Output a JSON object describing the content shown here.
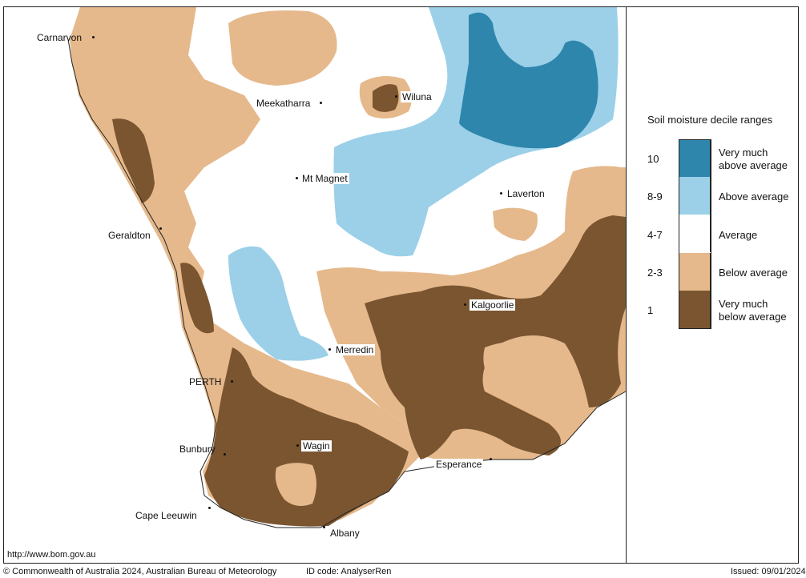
{
  "colors": {
    "very_much_above": "#2e86ad",
    "above": "#9bd0e8",
    "average": "#ffffff",
    "below": "#e5b98c",
    "very_much_below": "#7a5530",
    "ocean": "#ffffff",
    "coast": "#222222"
  },
  "towns": [
    {
      "name": "Carnarvon",
      "boxed": false
    },
    {
      "name": "Wiluna",
      "boxed": true
    },
    {
      "name": "Meekatharra",
      "boxed": false
    },
    {
      "name": "Mt Magnet",
      "boxed": true
    },
    {
      "name": "Laverton",
      "boxed": true
    },
    {
      "name": "Geraldton",
      "boxed": false
    },
    {
      "name": "Kalgoorlie",
      "boxed": true
    },
    {
      "name": "Merredin",
      "boxed": true
    },
    {
      "name": "PERTH",
      "boxed": false
    },
    {
      "name": "Wagin",
      "boxed": true
    },
    {
      "name": "Bunbury",
      "boxed": false
    },
    {
      "name": "Esperance",
      "boxed": true
    },
    {
      "name": "Cape Leeuwin",
      "boxed": false
    },
    {
      "name": "Albany",
      "boxed": true
    }
  ],
  "legend": {
    "title": "Soil moisture decile ranges",
    "items": [
      {
        "code": "10",
        "label_line1": "Very much",
        "label_line2": "above average",
        "color_key": "very_much_above"
      },
      {
        "code": "8-9",
        "label_line1": "Above average",
        "label_line2": "",
        "color_key": "above"
      },
      {
        "code": "4-7",
        "label_line1": "Average",
        "label_line2": "",
        "color_key": "average"
      },
      {
        "code": "2-3",
        "label_line1": "Below average",
        "label_line2": "",
        "color_key": "below"
      },
      {
        "code": "1",
        "label_line1": "Very much",
        "label_line2": "below average",
        "color_key": "very_much_below"
      }
    ]
  },
  "url": "http://www.bom.gov.au",
  "footer": {
    "copyright": "© Commonwealth of Australia 2024, Australian Bureau of Meteorology",
    "id_code": "ID code: AnalyserRen",
    "issued": "Issued: 09/01/2024"
  }
}
